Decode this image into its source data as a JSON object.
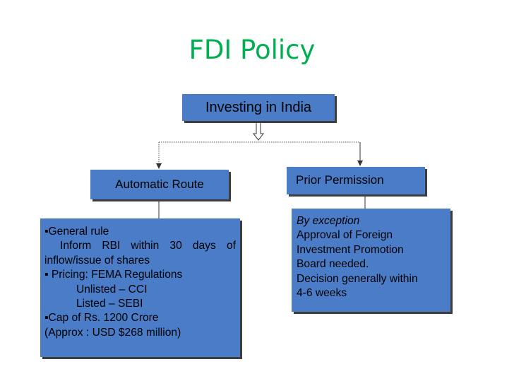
{
  "title": "FDI Policy",
  "root": {
    "label": "Investing in India"
  },
  "automatic_route": {
    "label": "Automatic Route",
    "general_rule": "General rule",
    "inform_words": [
      "Inform",
      "RBI",
      "within",
      "30",
      "days",
      "of"
    ],
    "inform_cont": "inflow/issue of shares",
    "pricing": " Pricing: FEMA Regulations",
    "unlisted": "Unlisted – CCI",
    "listed": "Listed – SEBI",
    "cap": "Cap of Rs. 1200 Crore",
    "approx": "(Approx : USD $268 million)",
    "bullet": "▪"
  },
  "prior_permission": {
    "label": "Prior Permission",
    "lines": [
      "By exception",
      "Approval of Foreign",
      "Investment Promotion",
      "Board needed.",
      "Decision generally within",
      "4-6 weeks"
    ]
  },
  "colors": {
    "title": "#00b050",
    "box_fill": "#4a7cc8",
    "box_shadow": "#3d3d3d"
  }
}
